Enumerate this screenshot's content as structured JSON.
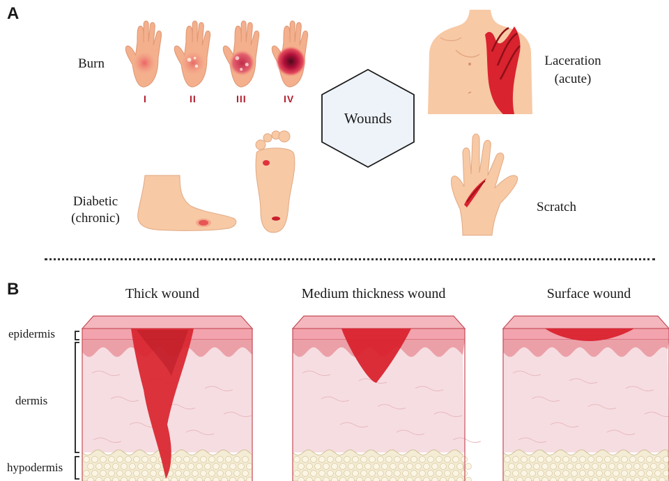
{
  "panel_a": {
    "letter": "A",
    "center_label": "Wounds",
    "burn": {
      "label": "Burn",
      "grades": [
        "I",
        "II",
        "III",
        "IV"
      ]
    },
    "laceration": {
      "line1": "Laceration",
      "line2": "(acute)"
    },
    "diabetic": {
      "line1": "Diabetic",
      "line2": "(chronic)"
    },
    "scratch": {
      "label": "Scratch"
    }
  },
  "panel_b": {
    "letter": "B",
    "columns": [
      {
        "title": "Thick wound"
      },
      {
        "title": "Medium thickness wound"
      },
      {
        "title": "Surface wound"
      }
    ],
    "layers": [
      "epidermis",
      "dermis",
      "hypodermis"
    ]
  },
  "colors": {
    "skin": "#f7c9a5",
    "wound_red": "#d9232e",
    "epidermis": "#f2a3ad",
    "dermis": "#f6dde1",
    "hypodermis": "#f4ecd4",
    "hexagon_fill": "#eef3fa"
  }
}
